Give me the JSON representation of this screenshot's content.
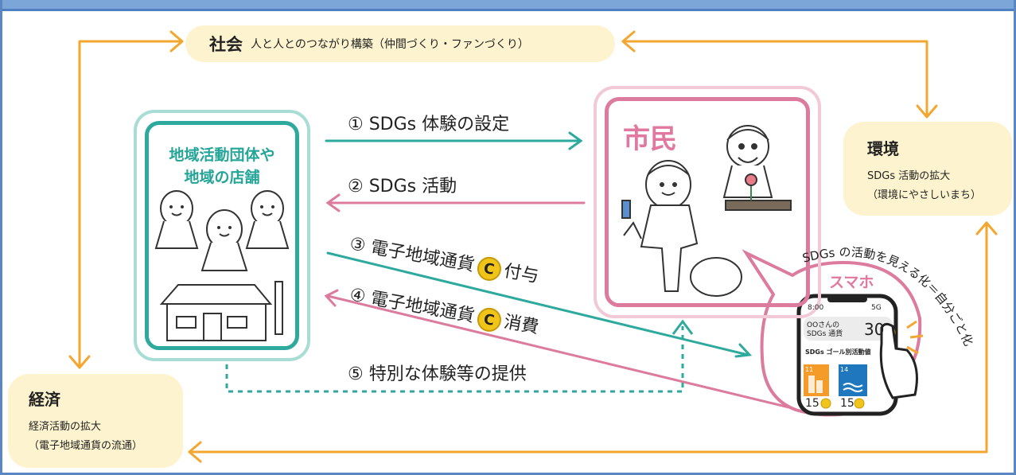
{
  "colors": {
    "frame": "#5b86c4",
    "teal": "#2ea99d",
    "pink": "#dc7b9d",
    "orange": "#f3a630",
    "bubble": "#fdf4cf",
    "coin": "#f0c419"
  },
  "social": {
    "title": "社会",
    "desc": "人と人とのつながり構築（仲間づくり・ファンづくり）"
  },
  "environment": {
    "title": "環境",
    "line1": "SDGs 活動の拡大",
    "line2": "（環境にやさしいまち）"
  },
  "economy": {
    "title": "経済",
    "line1": "経済活動の拡大",
    "line2": "（電子地域通貨の流通）"
  },
  "groups": {
    "line1": "地域活動団体や",
    "line2": "地域の店舗"
  },
  "citizen": {
    "title": "市民"
  },
  "steps": {
    "s1": "① SDGs 体験の設定",
    "s2": "② SDGs 活動",
    "s3a": "③ 電子地域通貨",
    "s3b": "付与",
    "s4a": "④ 電子地域通貨",
    "s4b": "消費",
    "s5": "⑤ 特別な体験等の提供",
    "coin": "C"
  },
  "phone": {
    "label": "スマホ",
    "arc": "SDGs の活動を見える化＝自分ごと化",
    "time": "8:00",
    "signal": "5G",
    "name_line1": "OOさんの",
    "name_line2": "SDGs 通貨",
    "amount": "30",
    "goal_header": "SDGs ゴール別活動値",
    "goal11_value": "15",
    "goal14_value": "15",
    "goal11_num": "11",
    "goal14_num": "14"
  }
}
